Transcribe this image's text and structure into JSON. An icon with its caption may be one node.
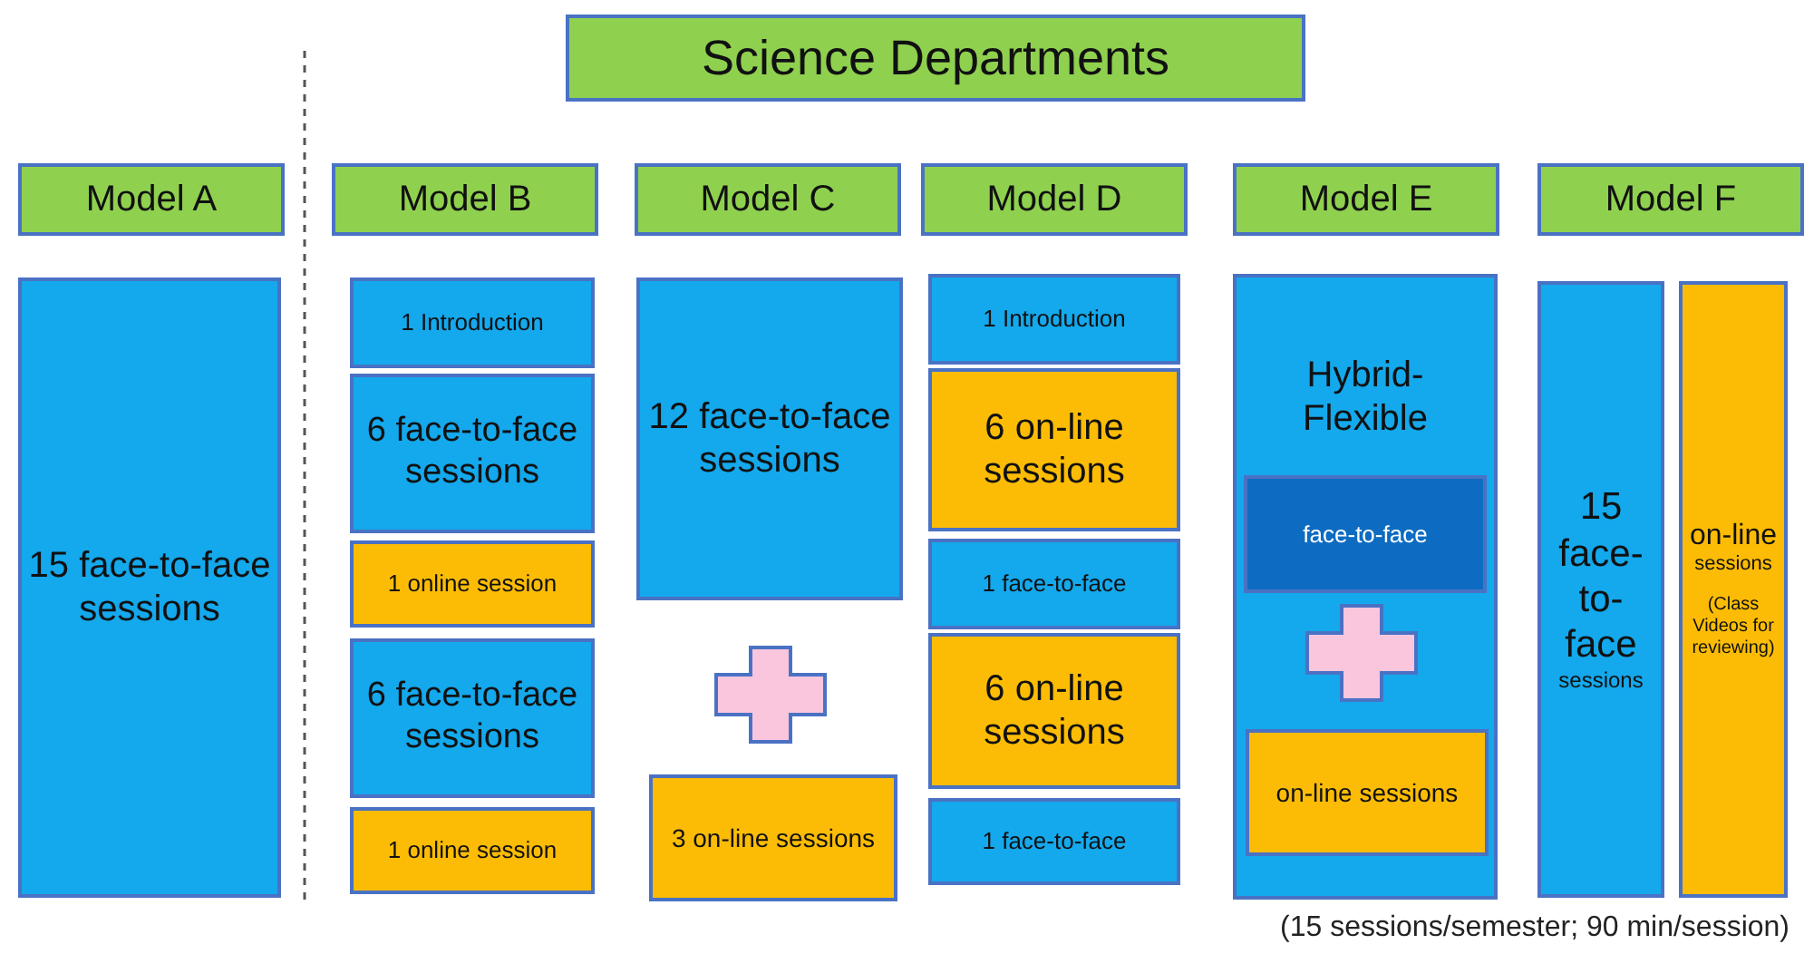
{
  "diagram": {
    "caption": "(15 sessions/semester; 90 min/session)",
    "nodes": [
      {
        "text": [
          "Science Departments"
        ]
      },
      {
        "text": [
          "Model A"
        ]
      },
      {
        "text": [
          "Model B"
        ]
      },
      {
        "text": [
          "Model C"
        ]
      },
      {
        "text": [
          "Model D"
        ]
      },
      {
        "text": [
          "Model E"
        ]
      },
      {
        "text": [
          "Model F"
        ]
      },
      {
        "text": [
          "15 face-to-face sessions"
        ]
      },
      {
        "text": [
          "1 Introduction"
        ]
      },
      {
        "text": [
          "6 face-to-face sessions"
        ]
      },
      {
        "text": [
          "1 online session"
        ]
      },
      {
        "text": [
          "6 face-to-face sessions"
        ]
      },
      {
        "text": [
          "1 online session"
        ]
      },
      {
        "text": [
          "12 face-to-face sessions"
        ]
      },
      {
        "text": [
          "3 on-line sessions"
        ]
      },
      {
        "text": [
          "1 Introduction"
        ]
      },
      {
        "text": [
          "6 on-line sessions"
        ]
      },
      {
        "text": [
          "1 face-to-face"
        ]
      },
      {
        "text": [
          "6 on-line sessions"
        ]
      },
      {
        "text": [
          "1 face-to-face"
        ]
      },
      {
        "text": [
          "Hybrid-Flexible"
        ]
      },
      {
        "text": [
          "face-to-face"
        ],
        "in": 20
      },
      {
        "text": [
          "on-line sessions"
        ],
        "in": 20
      },
      {
        "text": [
          "15 face-to-face",
          "sessions"
        ]
      },
      {
        "text": [
          "on-line",
          "sessions",
          "(Class Videos for reviewing)"
        ]
      }
    ],
    "edges": []
  }
}
